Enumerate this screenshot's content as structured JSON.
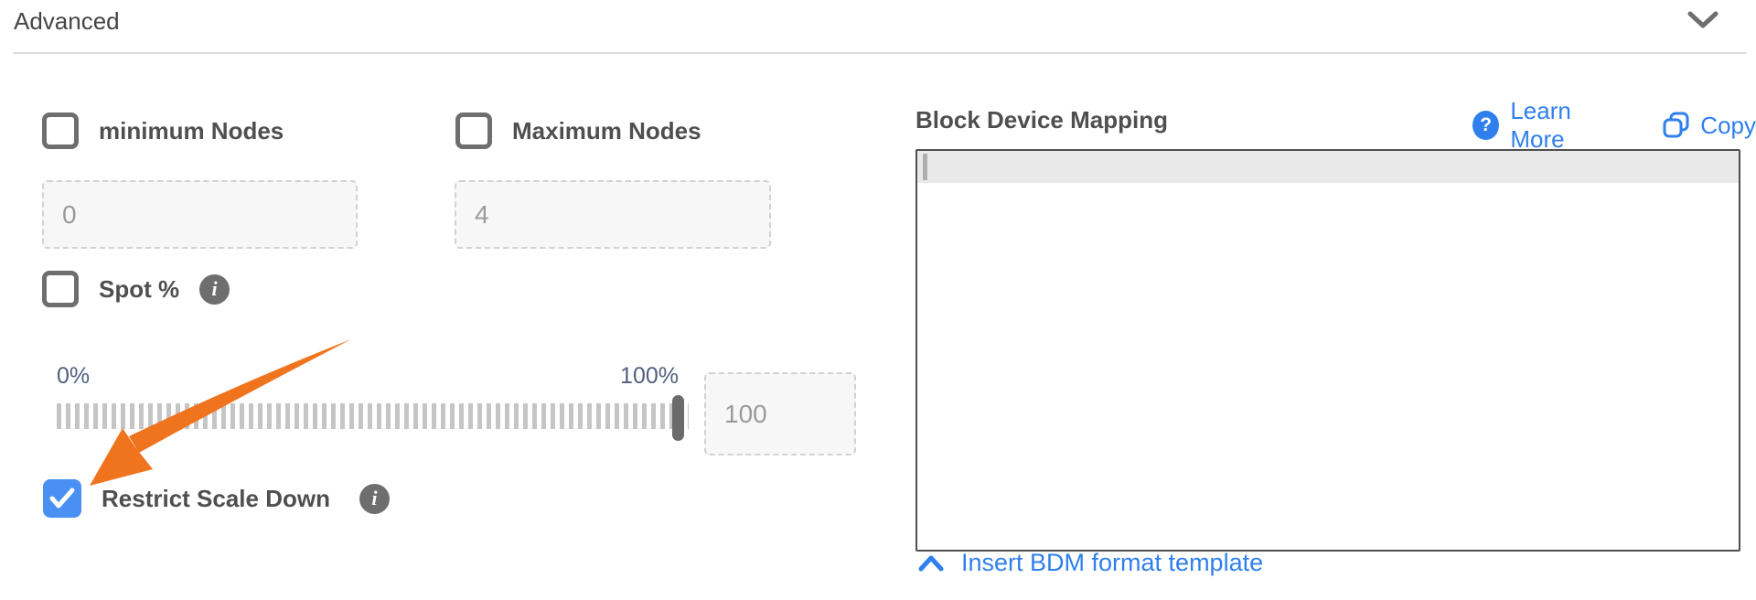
{
  "header": {
    "title": "Advanced",
    "collapse_icon": "chevron-down"
  },
  "fields": {
    "min_nodes": {
      "label": "minimum Nodes",
      "checked": false,
      "value": "0"
    },
    "max_nodes": {
      "label": "Maximum Nodes",
      "checked": false,
      "value": "4"
    },
    "spot": {
      "label": "Spot %",
      "checked": false,
      "info_icon": "info-circle"
    },
    "slider": {
      "min_label": "0%",
      "max_label": "100%",
      "value": "100",
      "position_percent": 100
    },
    "restrict_scale_down": {
      "label": "Restrict Scale Down",
      "checked": true,
      "info_icon": "info-circle"
    }
  },
  "bdm": {
    "title": "Block Device Mapping",
    "learn_more_label": "Learn More",
    "copy_label": "Copy",
    "editor_content": "",
    "insert_template_label": "Insert BDM format template"
  },
  "icons": {
    "question_glyph": "?",
    "info_glyph": "i",
    "checkmark": "check",
    "copy": "copy-overlapping-squares",
    "insert_chevron": "chevron-up",
    "annotation": "orange-arrow"
  },
  "colors": {
    "accent_blue": "#2f80ed",
    "checkbox_checked_blue": "#4a90f2",
    "arrow_orange": "#f0731e",
    "slider_label_blue_grey": "#50617f",
    "label_grey": "#4f4f4f",
    "input_text_grey": "#9a9a9a",
    "tick_grey": "#c5c5c5",
    "handle_grey": "#6b6b6b",
    "info_badge_grey": "#6e6e6e"
  }
}
